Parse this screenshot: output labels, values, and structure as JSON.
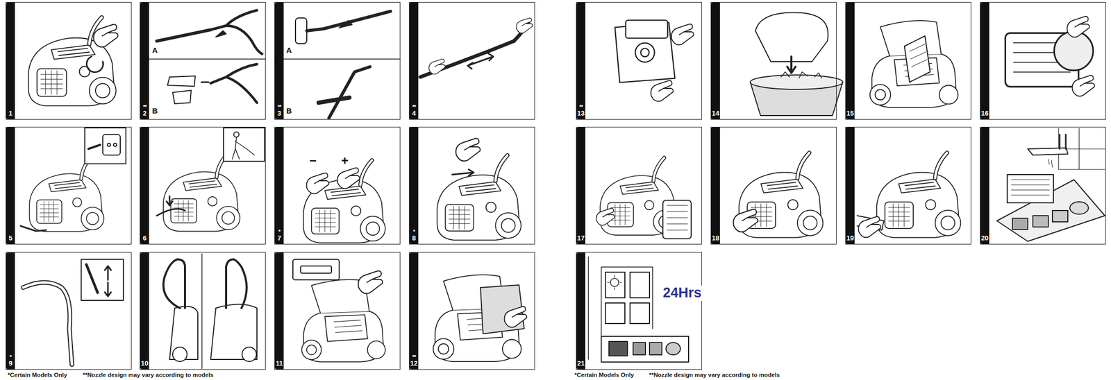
{
  "diagram": {
    "nodes": [
      {
        "text": [
          "1"
        ]
      },
      {
        "text": [
          "**",
          "2"
        ]
      },
      {
        "text": [
          "**",
          "3"
        ]
      },
      {
        "text": [
          "**",
          "4"
        ]
      },
      {
        "text": [
          "5"
        ]
      },
      {
        "text": [
          "6"
        ]
      },
      {
        "text": [
          "*",
          "7"
        ]
      },
      {
        "text": [
          "*",
          "8"
        ]
      },
      {
        "text": [
          "*",
          "9"
        ]
      },
      {
        "text": [
          "10"
        ]
      },
      {
        "text": [
          "11"
        ]
      },
      {
        "text": [
          "**",
          "12"
        ]
      },
      {
        "text": [
          "**",
          "13"
        ]
      },
      {
        "text": [
          "14"
        ]
      },
      {
        "text": [
          "15"
        ]
      },
      {
        "text": [
          "16"
        ]
      },
      {
        "text": [
          "17"
        ]
      },
      {
        "text": [
          "18"
        ]
      },
      {
        "text": [
          "19"
        ]
      },
      {
        "text": [
          "20"
        ]
      },
      {
        "text": [
          "21"
        ]
      }
    ],
    "labels": [
      "A",
      "B",
      "A",
      "B",
      "−",
      "+",
      "24Hrs",
      "*Certain Models Only",
      "**Nozzle design may vary according to models",
      "*Certain Models Only",
      "**Nozzle design may vary according to models"
    ]
  }
}
